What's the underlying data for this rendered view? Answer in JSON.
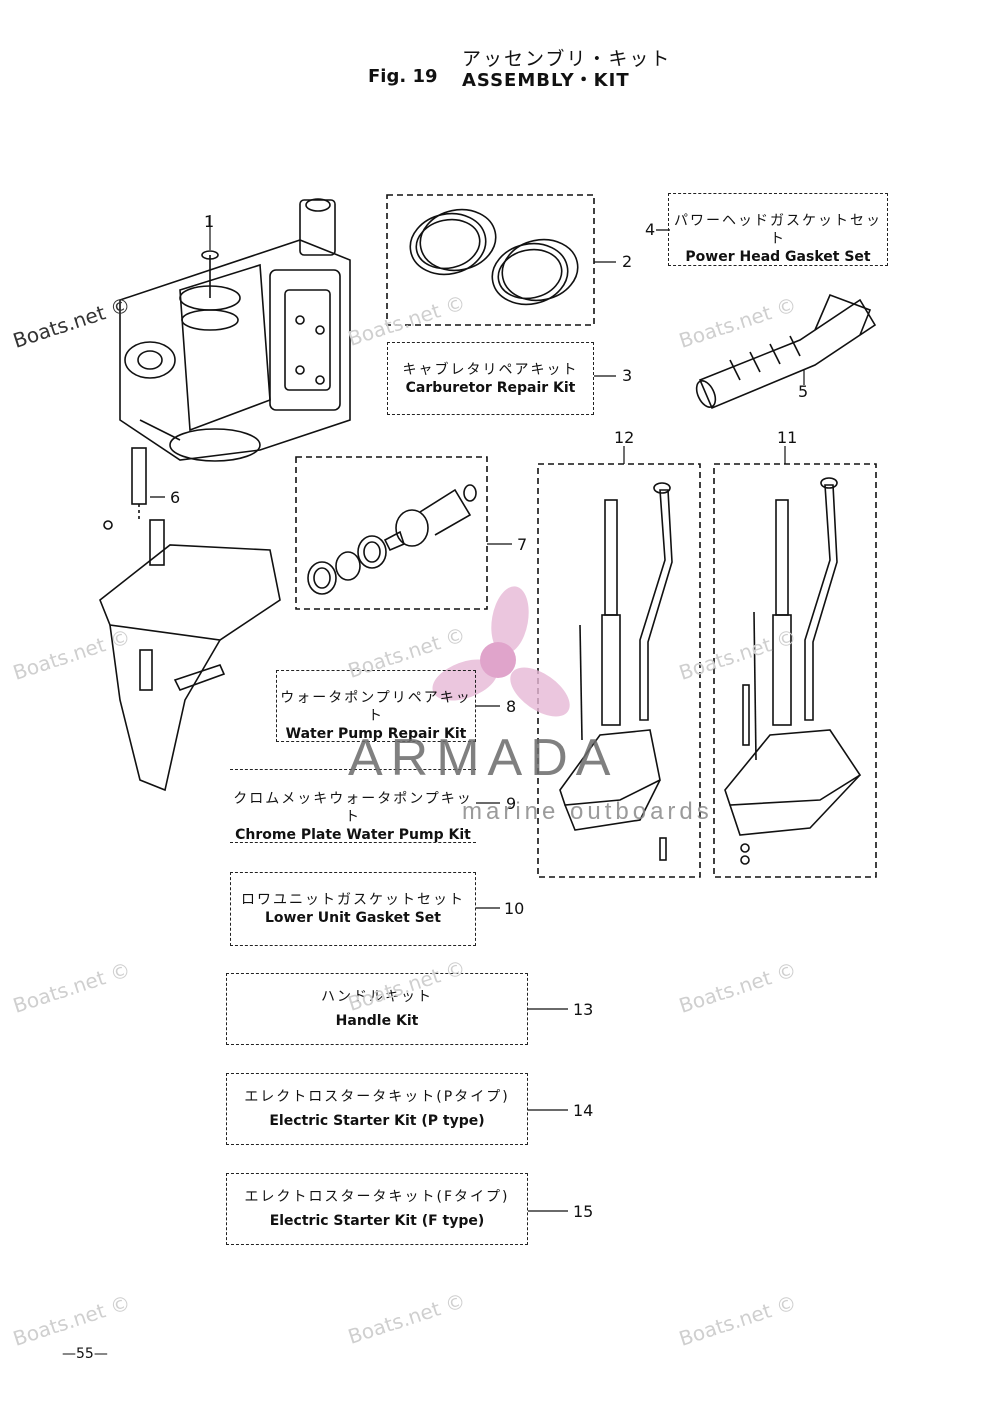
{
  "figure": {
    "title_jp": "アッセンブリ・キット",
    "number": "Fig. 19",
    "title_en": "ASSEMBLY・KIT"
  },
  "parts": [
    {
      "id": "1",
      "name_jp": "",
      "name_en": ""
    },
    {
      "id": "2",
      "name_jp": "",
      "name_en": ""
    },
    {
      "id": "3",
      "name_jp": "キャブレタリペアキット",
      "name_en": "Carburetor Repair Kit"
    },
    {
      "id": "4",
      "name_jp": "パワーヘッドガスケットセット",
      "name_en": "Power Head Gasket Set"
    },
    {
      "id": "5",
      "name_jp": "",
      "name_en": ""
    },
    {
      "id": "6",
      "name_jp": "",
      "name_en": ""
    },
    {
      "id": "7",
      "name_jp": "",
      "name_en": ""
    },
    {
      "id": "8",
      "name_jp": "ウォータポンプリペアキット",
      "name_en": "Water Pump Repair Kit"
    },
    {
      "id": "9",
      "name_jp": "クロムメッキウォータポンプキット",
      "name_en": "Chrome Plate Water Pump Kit"
    },
    {
      "id": "10",
      "name_jp": "ロワユニットガスケットセット",
      "name_en": "Lower Unit Gasket Set"
    },
    {
      "id": "11",
      "name_jp": "",
      "name_en": ""
    },
    {
      "id": "12",
      "name_jp": "",
      "name_en": ""
    },
    {
      "id": "13",
      "name_jp": "ハンドルキット",
      "name_en": "Handle Kit"
    },
    {
      "id": "14",
      "name_jp": "エレクトロスタータキット(Pタイプ)",
      "name_en": "Electric Starter Kit (P type)"
    },
    {
      "id": "15",
      "name_jp": "エレクトロスタータキット(Fタイプ)",
      "name_en": "Electric Starter Kit (F type)"
    }
  ],
  "watermark": {
    "site": "Boats.net ©",
    "brand": "ARMADA",
    "brand_sub": "marine outboards"
  },
  "page_number": "—55—"
}
